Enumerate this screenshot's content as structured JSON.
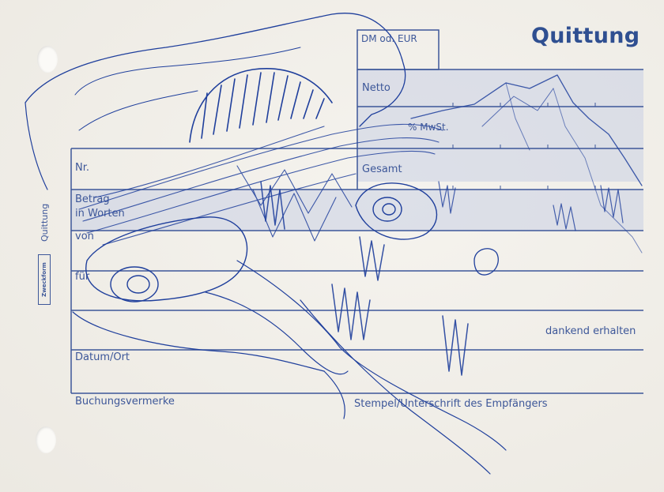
{
  "form": {
    "title": "Quittung",
    "currency_label": "DM od. EUR",
    "netto_label": "Netto",
    "mwst_label": "% MwSt.",
    "gesamt_label": "Gesamt",
    "nr_label": "Nr.",
    "betrag_label_line1": "Betrag",
    "betrag_label_line2": "in Worten",
    "von_label": "von",
    "fuer_label": "für",
    "dankend_label": "dankend erhalten",
    "datum_label": "Datum/Ort",
    "buchung_label": "Buchungsvermerke",
    "stempel_label": "Stempel/Unterschrift des Empfängers",
    "side_label": "Quittung",
    "brand_label": "Zweckform"
  },
  "colors": {
    "form_ink": "#3d5799",
    "pen_ink": "#1f3f9c",
    "shade": "#c9cfe3",
    "paper": "#efece6"
  }
}
